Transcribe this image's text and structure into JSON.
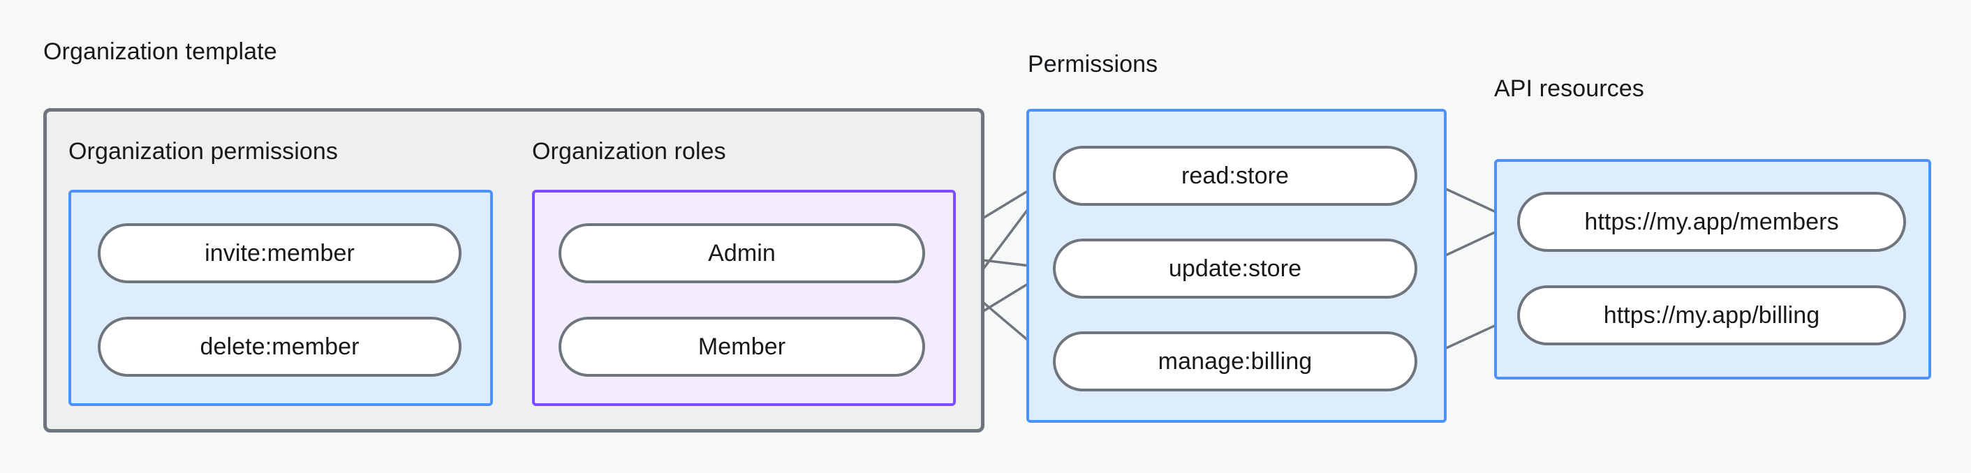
{
  "groups": {
    "organization_template": {
      "label": "Organization template",
      "subgroups": {
        "organization_permissions": {
          "label": "Organization permissions",
          "accent": "#4C92F8",
          "fill": "#DEEDFD",
          "items": [
            {
              "id": "invite-member",
              "label": "invite:member"
            },
            {
              "id": "delete-member",
              "label": "delete:member"
            }
          ]
        },
        "organization_roles": {
          "label": "Organization roles",
          "accent": "#7C4DFF",
          "fill": "#F2ECFD",
          "items": [
            {
              "id": "admin",
              "label": "Admin"
            },
            {
              "id": "member",
              "label": "Member"
            }
          ]
        }
      }
    },
    "permissions": {
      "label": "Permissions",
      "accent": "#4C92F8",
      "fill": "#DEEDFD",
      "items": [
        {
          "id": "read-store",
          "label": "read:store"
        },
        {
          "id": "update-store",
          "label": "update:store"
        },
        {
          "id": "manage-billing",
          "label": "manage:billing"
        }
      ]
    },
    "api_resources": {
      "label": "API resources",
      "accent": "#4C92F8",
      "fill": "#DEEDFD",
      "items": [
        {
          "id": "members-resource",
          "label": "https://my.app/members"
        },
        {
          "id": "billing-resource",
          "label": "https://my.app/billing"
        }
      ]
    }
  },
  "connections": [
    {
      "from": "invite-member",
      "to": "admin"
    },
    {
      "from": "invite-member",
      "to": "member"
    },
    {
      "from": "delete-member",
      "to": "member"
    },
    {
      "from": "admin",
      "to": "read-store"
    },
    {
      "from": "admin",
      "to": "update-store"
    },
    {
      "from": "admin",
      "to": "manage-billing"
    },
    {
      "from": "member",
      "to": "read-store"
    },
    {
      "from": "member",
      "to": "update-store"
    },
    {
      "from": "read-store",
      "to": "members-resource"
    },
    {
      "from": "update-store",
      "to": "members-resource"
    },
    {
      "from": "manage-billing",
      "to": "billing-resource"
    }
  ],
  "colors": {
    "page_background": "#F7F8F8",
    "outer_group_fill": "#EEEFEF",
    "outer_group_border": "#6E757C",
    "node_border": "#6E757C",
    "node_fill": "#FFFFFF",
    "edge": "#6E757C",
    "text": "#16181C"
  }
}
